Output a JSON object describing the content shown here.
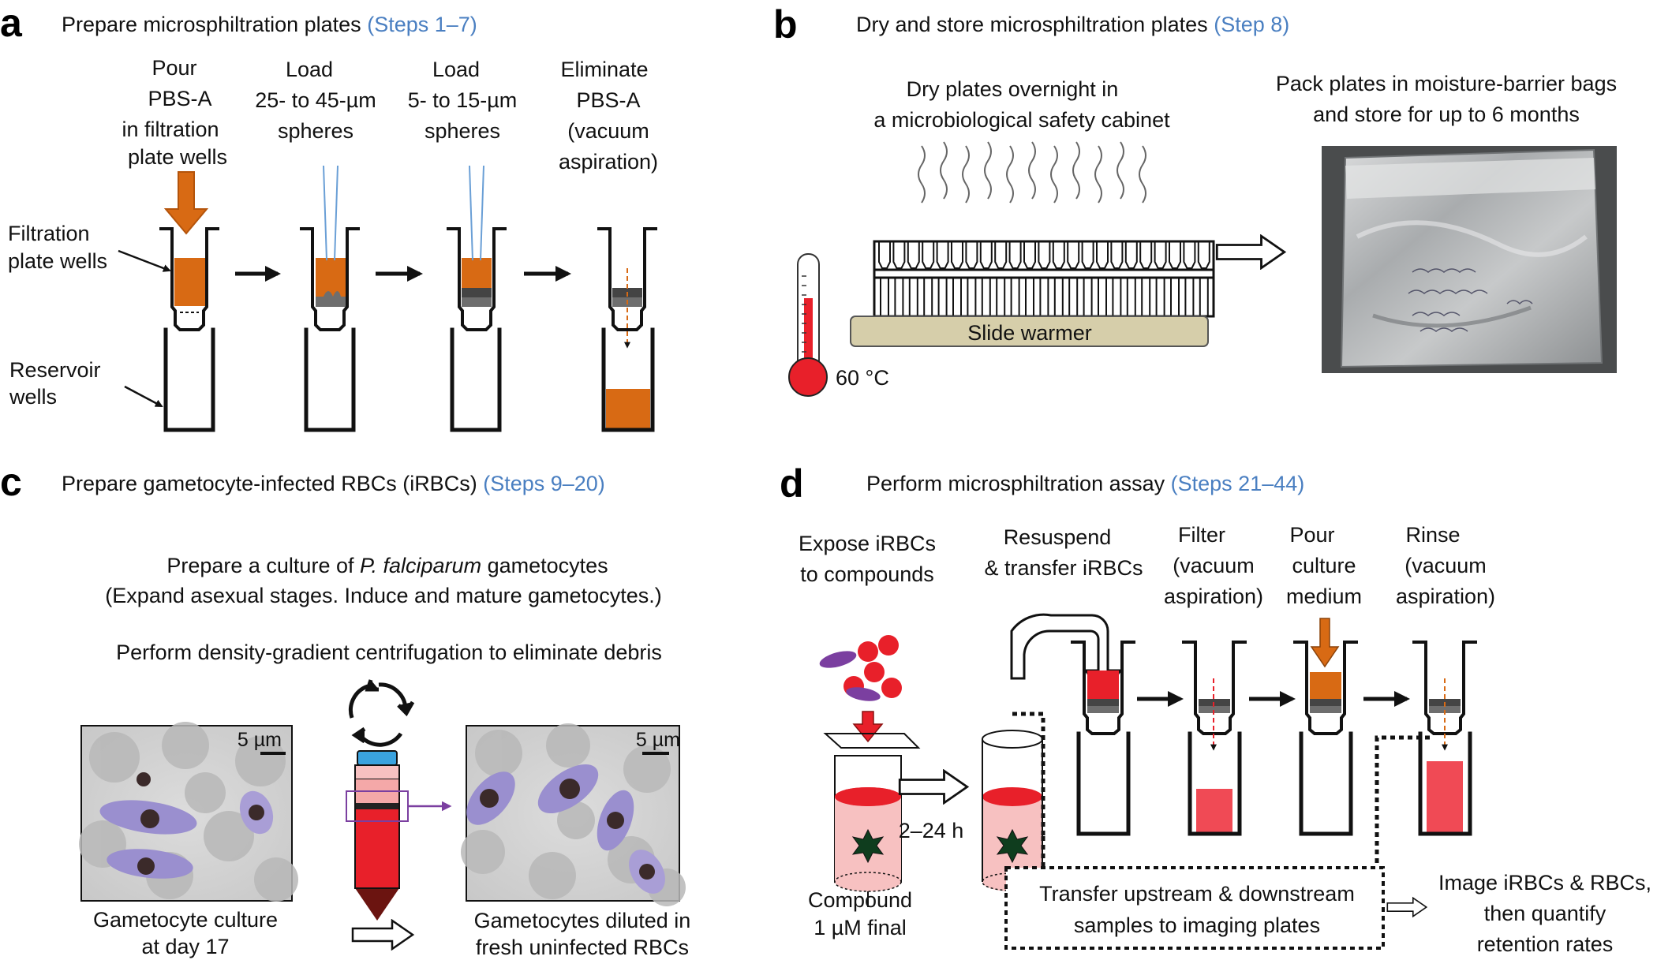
{
  "panel_a": {
    "label": "a",
    "title": "Prepare microsphiltration plates",
    "steps": "(Steps 1–7)",
    "step1": [
      "Pour",
      "PBS-A",
      "in filtration",
      "plate wells"
    ],
    "step2": [
      "Load",
      "25- to 45-µm",
      "spheres"
    ],
    "step3": [
      "Load",
      "5- to 15-µm",
      "spheres"
    ],
    "step4": [
      "Eliminate",
      "PBS-A",
      "(vacuum",
      "aspiration)"
    ],
    "filtration_label": [
      "Filtration",
      "plate wells"
    ],
    "reservoir_label": [
      "Reservoir",
      "wells"
    ]
  },
  "panel_b": {
    "label": "b",
    "title": "Dry and store microsphiltration plates",
    "steps": "(Step 8)",
    "dry_text": [
      "Dry plates overnight in",
      "a microbiological safety cabinet"
    ],
    "pack_text": [
      "Pack plates in moisture-barrier bags",
      "and store for up to 6 months"
    ],
    "slide_warmer": "Slide warmer",
    "temperature": "60 °C"
  },
  "panel_c": {
    "label": "c",
    "title": "Prepare gametocyte-infected RBCs (iRBCs)",
    "steps": "(Steps 9–20)",
    "culture_line1_pre": "Prepare a culture of ",
    "culture_line1_italic": "P. falciparum",
    "culture_line1_post": " gametocytes",
    "culture_line2": "(Expand asexual stages. Induce and mature gametocytes.)",
    "centrifuge_text": "Perform density-gradient centrifugation to eliminate debris",
    "scalebar": "5 µm",
    "left_caption": [
      "Gametocyte culture",
      "at day 17"
    ],
    "right_caption": [
      "Gametocytes diluted in",
      "fresh uninfected RBCs"
    ]
  },
  "panel_d": {
    "label": "d",
    "title": "Perform microsphiltration assay",
    "steps": "(Steps 21–44)",
    "expose": [
      "Expose iRBCs",
      "to compounds"
    ],
    "resuspend": [
      "Resuspend",
      "& transfer iRBCs"
    ],
    "filter": [
      "Filter",
      "(vacuum",
      "aspiration)"
    ],
    "pour": [
      "Pour",
      "culture",
      "medium"
    ],
    "rinse": [
      "Rinse",
      "(vacuum",
      "aspiration)"
    ],
    "time": "2–24 h",
    "compound": [
      "Compound",
      "1 µM final"
    ],
    "transfer": [
      "Transfer upstream & downstream",
      "samples to imaging plates"
    ],
    "image": [
      "Image iRBCs & RBCs,",
      "then quantify",
      "retention rates"
    ]
  },
  "colors": {
    "orange": "#d86a14",
    "grey_bead": "#6e6e6e",
    "red": "#e8202a",
    "pink": "#f7c1c1",
    "blue_steps": "#4a7fc1",
    "warmer": "#d6ceaa",
    "purple": "#7b3fa0"
  }
}
